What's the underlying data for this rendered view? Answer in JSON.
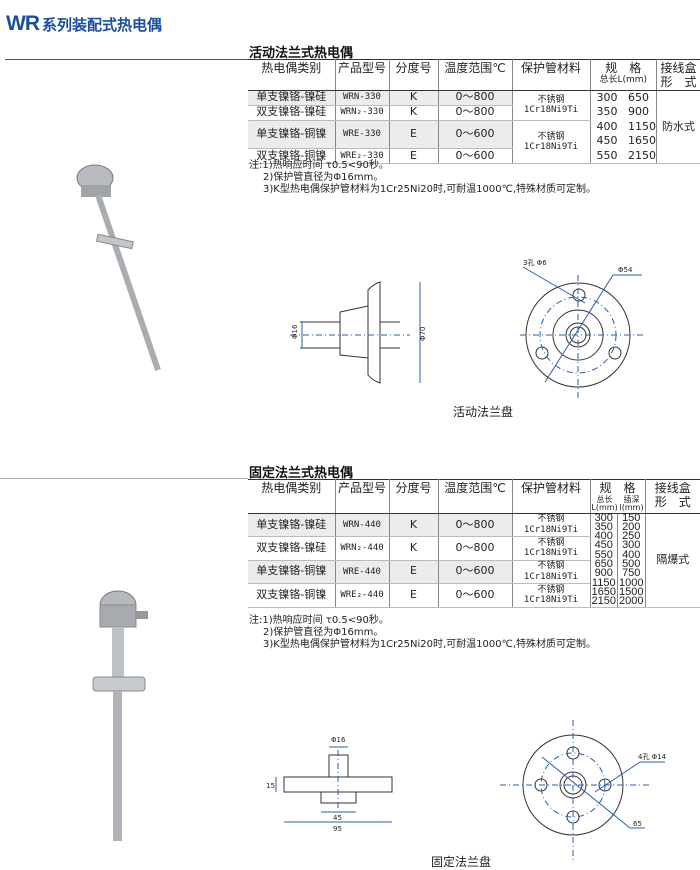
{
  "page": {
    "title_prefix": "WR",
    "title_suffix": "系列装配式热电偶"
  },
  "section1": {
    "heading": "活动法兰式热电偶",
    "headers": {
      "type": "热电偶类别",
      "model": "产品型号",
      "grade": "分度号",
      "temp": "温度范围℃",
      "material": "保护管材料",
      "spec": "规　格",
      "spec_sub": "总长L(mm)",
      "box_line1": "接线盒",
      "box_line2": "形　式"
    },
    "rows": [
      {
        "type": "单支镍铬-镍硅",
        "model": "WRN-330",
        "grade": "K",
        "temp": "0～800"
      },
      {
        "type": "双支镍铬-镍硅",
        "model": "WRN₂-330",
        "grade": "K",
        "temp": "0～800"
      },
      {
        "type": "单支镍铬-铜镍",
        "model": "WRE-330",
        "grade": "E",
        "temp": "0～600"
      },
      {
        "type": "双支镍铬-铜镍",
        "model": "WRE₂-330",
        "grade": "E",
        "temp": "0～600"
      }
    ],
    "materials": [
      {
        "line1": "不锈钢",
        "line2": "1Cr18Ni9Ti"
      },
      {
        "line1": "不锈钢",
        "line2": "1Cr18Ni9Ti"
      }
    ],
    "lengths": "300   650\n350   900\n400   1150\n450   1650\n550   2150",
    "box": "防水式",
    "notes": [
      "注:1)热响应时间 τ0.5<90秒。",
      "2)保护管直径为Φ16mm。",
      "3)K型热电偶保护管材料为1Cr25Ni20时,可耐温1000℃,特殊材质可定制。"
    ],
    "diagram": {
      "caption": "活动法兰盘",
      "d16": "Φ16",
      "d70": "Φ70",
      "holes": "3孔 Φ6",
      "d54": "Φ54"
    }
  },
  "section2": {
    "heading": "固定法兰式热电偶",
    "headers": {
      "type": "热电偶类别",
      "model": "产品型号",
      "grade": "分度号",
      "temp": "温度范围℃",
      "material": "保护管材料",
      "spec": "规　格",
      "sub_total": "总长",
      "sub_total2": "L(mm)",
      "sub_depth": "插深",
      "sub_depth2": "l(mm)",
      "box_line1": "接线盒",
      "box_line2": "形　式"
    },
    "rows": [
      {
        "type": "单支镍铬-镍硅",
        "model": "WRN-440",
        "grade": "K",
        "temp": "0～800",
        "mat1": "不锈钢",
        "mat2": "1Cr18Ni9Ti"
      },
      {
        "type": "双支镍铬-镍硅",
        "model": "WRN₂-440",
        "grade": "K",
        "temp": "0～800",
        "mat1": "不锈钢",
        "mat2": "1Cr18Ni9Ti"
      },
      {
        "type": "单支镍铬-铜镍",
        "model": "WRE-440",
        "grade": "E",
        "temp": "0～600",
        "mat1": "不锈钢",
        "mat2": "1Cr18Ni9Ti"
      },
      {
        "type": "双支镍铬-铜镍",
        "model": "WRE₂-440",
        "grade": "E",
        "temp": "0～600",
        "mat1": "不锈钢",
        "mat2": "1Cr18Ni9Ti"
      }
    ],
    "total_lengths": "300\n350\n400\n450\n550\n650\n900\n1150\n1650\n2150",
    "depths": "150\n200\n250\n300\n400\n500\n750\n1000\n1500\n2000",
    "box": "隔爆式",
    "notes": [
      "注:1)热响应时间 τ0.5<90秒。",
      "2)保护管直径为Φ16mm。",
      "3)K型热电偶保护管材料为1Cr25Ni20时,可耐温1000℃,特殊材质可定制。"
    ],
    "diagram": {
      "caption": "固定法兰盘",
      "d16": "Φ16",
      "h15": "15",
      "w45": "45",
      "w95": "95",
      "holes": "4孔 Φ14",
      "d65": "65"
    }
  }
}
